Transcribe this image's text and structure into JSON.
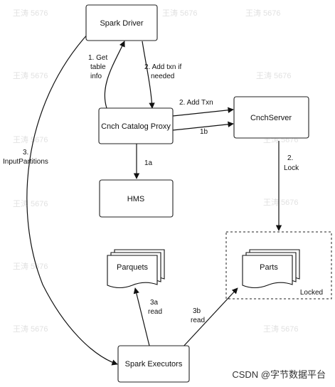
{
  "nodes": {
    "spark_driver": "Spark Driver",
    "catalog_proxy": "Cnch Catalog Proxy",
    "cnch_server": "CnchServer",
    "hms": "HMS",
    "parquets": "Parquets",
    "parts": "Parts",
    "locked_group": "Locked",
    "spark_executors": "Spark Executors"
  },
  "edges": {
    "get_table_info": [
      "1. Get",
      "table",
      "info"
    ],
    "add_txn_if_needed": [
      "2. Add txn if",
      "needed"
    ],
    "add_txn": "2. Add Txn",
    "e1b": "1b",
    "e1a": "1a",
    "lock": [
      "2.",
      "Lock"
    ],
    "input_partitions": [
      "3.",
      "InputPartitions"
    ],
    "read_3a": [
      "3a",
      "read"
    ],
    "read_3b": [
      "3b",
      "read"
    ]
  },
  "watermark": "王涛 5676",
  "footer": "CSDN @字节数据平台"
}
